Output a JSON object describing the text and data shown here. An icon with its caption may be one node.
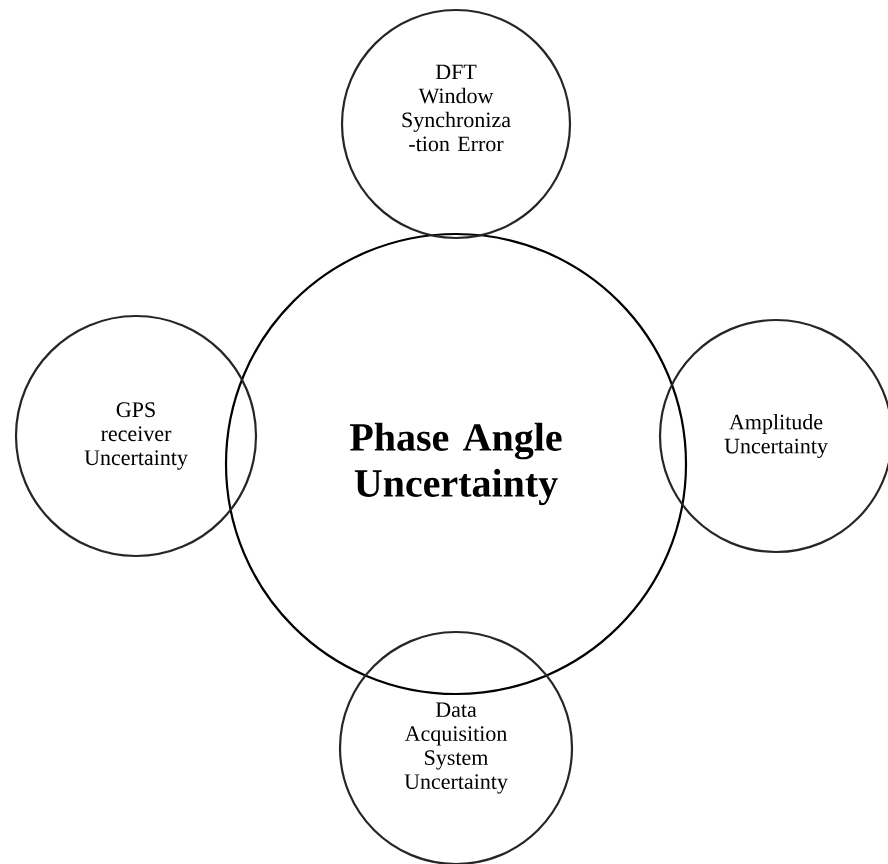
{
  "diagram": {
    "nodes": [
      {
        "text": [
          "Phase Angle Uncertainty"
        ]
      },
      {
        "text": [
          "DFT Window Synchroniza -tion Error"
        ]
      },
      {
        "text": [
          "GPS receiver Uncertainty"
        ]
      },
      {
        "text": [
          "Amplitude Uncertainty"
        ]
      },
      {
        "text": [
          "Data Acquisition System Uncertainty"
        ]
      }
    ]
  }
}
